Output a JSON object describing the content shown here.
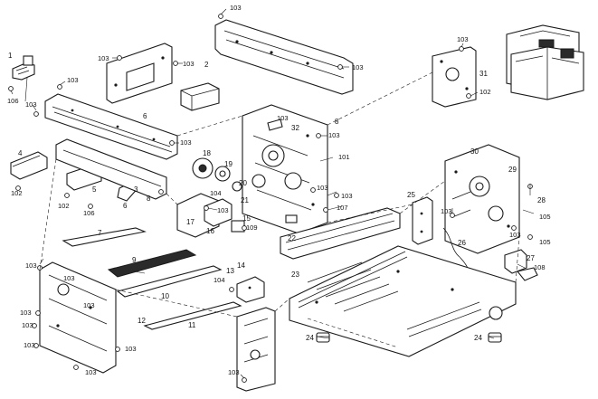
{
  "diagram": {
    "callouts": [
      {
        "id": "c-103-a",
        "text": "103"
      },
      {
        "id": "c-103-b",
        "text": "103"
      },
      {
        "id": "c-103-c",
        "text": "103"
      },
      {
        "id": "c-103-d",
        "text": "103"
      },
      {
        "id": "c-103-e",
        "text": "103"
      },
      {
        "id": "c-103-f",
        "text": "103"
      },
      {
        "id": "c-103-g",
        "text": "103"
      },
      {
        "id": "c-103-h",
        "text": "103"
      },
      {
        "id": "c-103-i",
        "text": "103"
      },
      {
        "id": "c-103-j",
        "text": "103"
      },
      {
        "id": "c-103-k",
        "text": "103"
      },
      {
        "id": "c-103-l",
        "text": "103"
      },
      {
        "id": "c-103-m",
        "text": "103"
      },
      {
        "id": "c-103-n",
        "text": "103"
      },
      {
        "id": "c-103-o",
        "text": "103"
      },
      {
        "id": "c-103-p",
        "text": "103"
      },
      {
        "id": "c-103-q",
        "text": "103"
      },
      {
        "id": "c-103-r",
        "text": "103"
      },
      {
        "id": "c-103-s",
        "text": "103"
      },
      {
        "id": "c-103-t",
        "text": "103"
      },
      {
        "id": "c-103-u",
        "text": "103"
      },
      {
        "id": "c-103-v",
        "text": "103"
      },
      {
        "id": "c-103-w",
        "text": "103"
      },
      {
        "id": "c-103-x",
        "text": "103"
      },
      {
        "id": "c-1",
        "text": "1"
      },
      {
        "id": "c-106-a",
        "text": "106"
      },
      {
        "id": "c-106-b",
        "text": "106"
      },
      {
        "id": "c-2",
        "text": "2"
      },
      {
        "id": "c-3",
        "text": "3"
      },
      {
        "id": "c-4",
        "text": "4"
      },
      {
        "id": "c-5",
        "text": "5"
      },
      {
        "id": "c-6-a",
        "text": "6"
      },
      {
        "id": "c-6-b",
        "text": "6"
      },
      {
        "id": "c-7",
        "text": "7"
      },
      {
        "id": "c-8-a",
        "text": "8"
      },
      {
        "id": "c-8-b",
        "text": "8"
      },
      {
        "id": "c-9",
        "text": "9"
      },
      {
        "id": "c-10",
        "text": "10"
      },
      {
        "id": "c-11",
        "text": "11"
      },
      {
        "id": "c-12",
        "text": "12"
      },
      {
        "id": "c-13",
        "text": "13"
      },
      {
        "id": "c-14",
        "text": "14"
      },
      {
        "id": "c-15",
        "text": "15"
      },
      {
        "id": "c-16",
        "text": "16"
      },
      {
        "id": "c-17",
        "text": "17"
      },
      {
        "id": "c-18",
        "text": "18"
      },
      {
        "id": "c-19",
        "text": "19"
      },
      {
        "id": "c-20",
        "text": "20"
      },
      {
        "id": "c-21",
        "text": "21"
      },
      {
        "id": "c-22",
        "text": "22"
      },
      {
        "id": "c-23",
        "text": "23"
      },
      {
        "id": "c-24-a",
        "text": "24"
      },
      {
        "id": "c-24-b",
        "text": "24"
      },
      {
        "id": "c-25",
        "text": "25"
      },
      {
        "id": "c-26",
        "text": "26"
      },
      {
        "id": "c-27",
        "text": "27"
      },
      {
        "id": "c-28",
        "text": "28"
      },
      {
        "id": "c-29",
        "text": "29"
      },
      {
        "id": "c-30",
        "text": "30"
      },
      {
        "id": "c-31",
        "text": "31"
      },
      {
        "id": "c-32",
        "text": "32"
      },
      {
        "id": "c-101",
        "text": "101"
      },
      {
        "id": "c-102-a",
        "text": "102"
      },
      {
        "id": "c-102-b",
        "text": "102"
      },
      {
        "id": "c-102-c",
        "text": "102"
      },
      {
        "id": "c-104-a",
        "text": "104"
      },
      {
        "id": "c-104-b",
        "text": "104"
      },
      {
        "id": "c-105-a",
        "text": "105"
      },
      {
        "id": "c-105-b",
        "text": "105"
      },
      {
        "id": "c-107",
        "text": "107"
      },
      {
        "id": "c-108",
        "text": "108"
      },
      {
        "id": "c-109",
        "text": "109"
      }
    ]
  }
}
